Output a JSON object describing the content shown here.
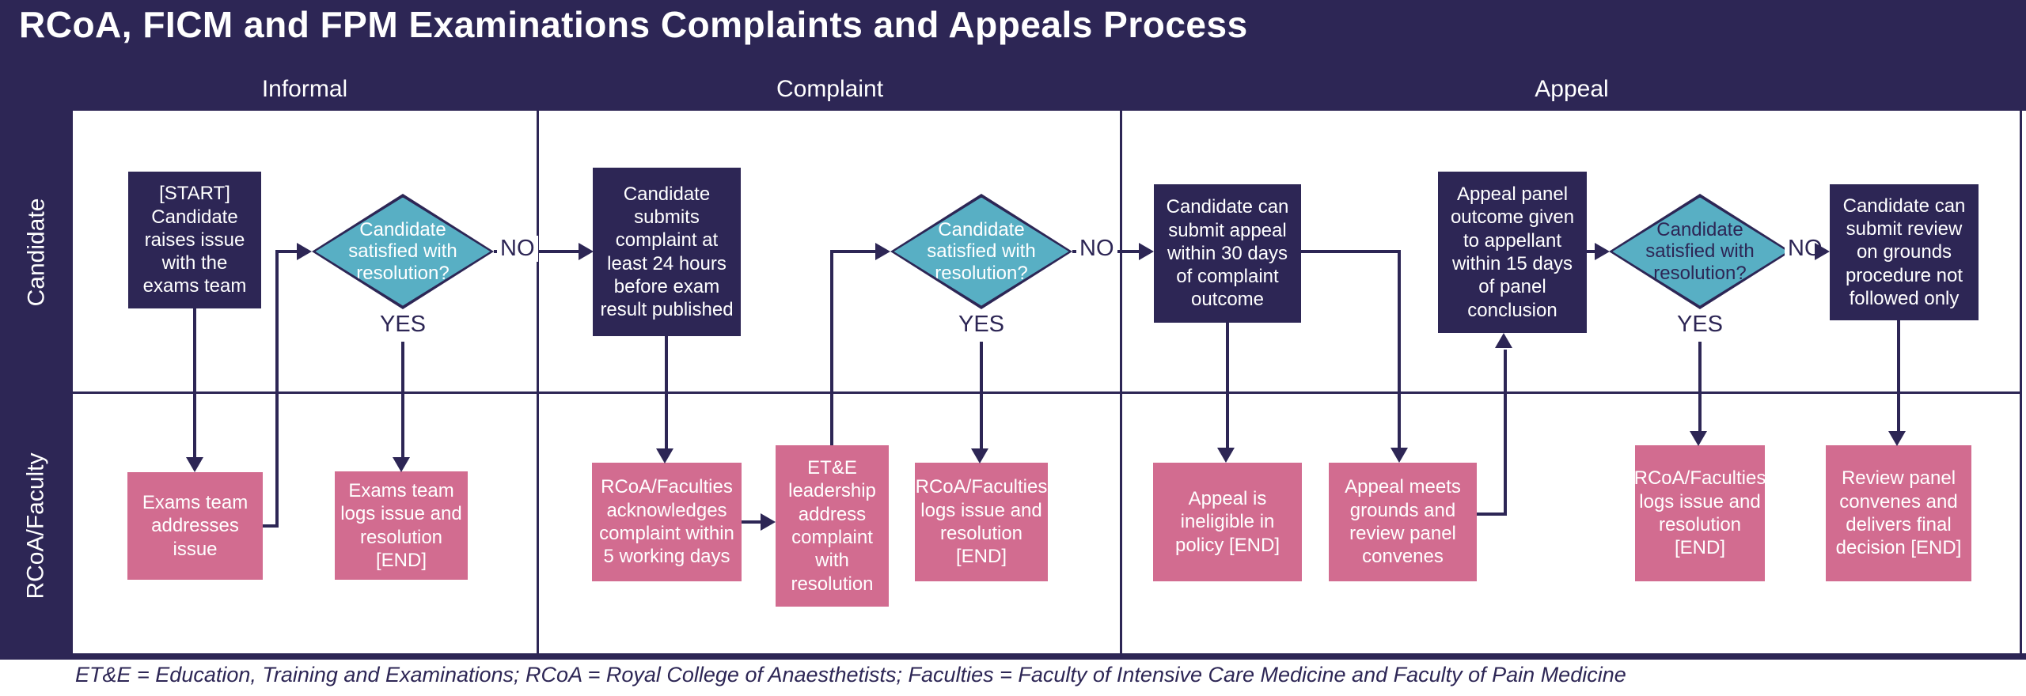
{
  "title": "RCoA, FICM and FPM Examinations Complaints and Appeals Process",
  "columns": {
    "informal": "Informal",
    "complaint": "Complaint",
    "appeal": "Appeal"
  },
  "lanes": {
    "candidate": "Candidate",
    "rcoa_faculty": "RCoA/Faculty"
  },
  "labels": {
    "yes": "YES",
    "no": "NO"
  },
  "nodes": {
    "start": "[START] Candidate raises issue with the exams team",
    "decision": "Candidate satisfied with resolution?",
    "complaint_submit": "Candidate submits complaint at least 24 hours before exam result published",
    "appeal_submit": "Candidate can submit appeal within 30 days of complaint outcome",
    "panel_outcome": "Appeal panel outcome given to appellant within 15 days of panel conclusion",
    "review_submit": "Candidate can submit review on grounds procedure not followed only",
    "exams_addresses": "Exams team addresses issue",
    "exams_logs": "Exams team logs issue and resolution [END]",
    "rcoa_acknowledges": "RCoA/Faculties acknowledges complaint within 5 working days",
    "ete_leadership": "ET&E leadership address complaint with resolution",
    "rcoa_logs": "RCoA/Faculties logs issue and resolution [END]",
    "appeal_ineligible": "Appeal is ineligible in policy [END]",
    "appeal_meets": "Appeal meets grounds and review panel convenes",
    "review_panel": "Review panel convenes and delivers final decision [END]"
  },
  "footer": "ET&E = Education, Training and Examinations; RCoA = Royal College of Anaesthetists; Faculties = Faculty of Intensive Care Medicine and Faculty of Pain Medicine",
  "colors": {
    "navy": "#2d2655",
    "teal": "#58afc4",
    "pink": "#d26c90",
    "white": "#ffffff"
  }
}
